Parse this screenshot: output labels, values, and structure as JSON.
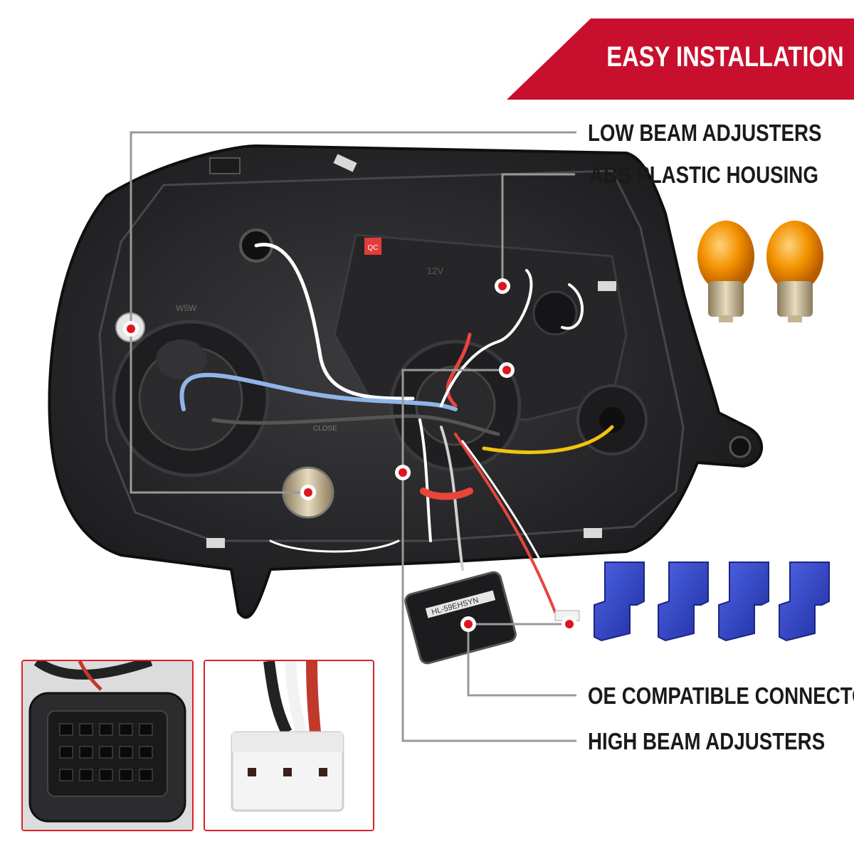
{
  "banner": {
    "text": "EASY INSTALLATION",
    "color": "#c8102e"
  },
  "callouts": {
    "low_beam": "LOW BEAM ADJUSTERS",
    "housing": "ABS PLASTIC HOUSING",
    "connector": "OE COMPATIBLE CONNECTOR",
    "high_beam": "HIGH BEAM ADJUSTERS"
  },
  "housing_labels": {
    "qc": "QC",
    "bulb_type": "W5W",
    "voltage": "12V",
    "close": "CLOSE",
    "connector_code": "HL-59EHSYN"
  },
  "colors": {
    "accent": "#d8232a",
    "leader_line": "#999999",
    "housing": "#2a2a2c",
    "bulb_amber": "#f39200",
    "tap_blue": "#2b3fc0"
  }
}
